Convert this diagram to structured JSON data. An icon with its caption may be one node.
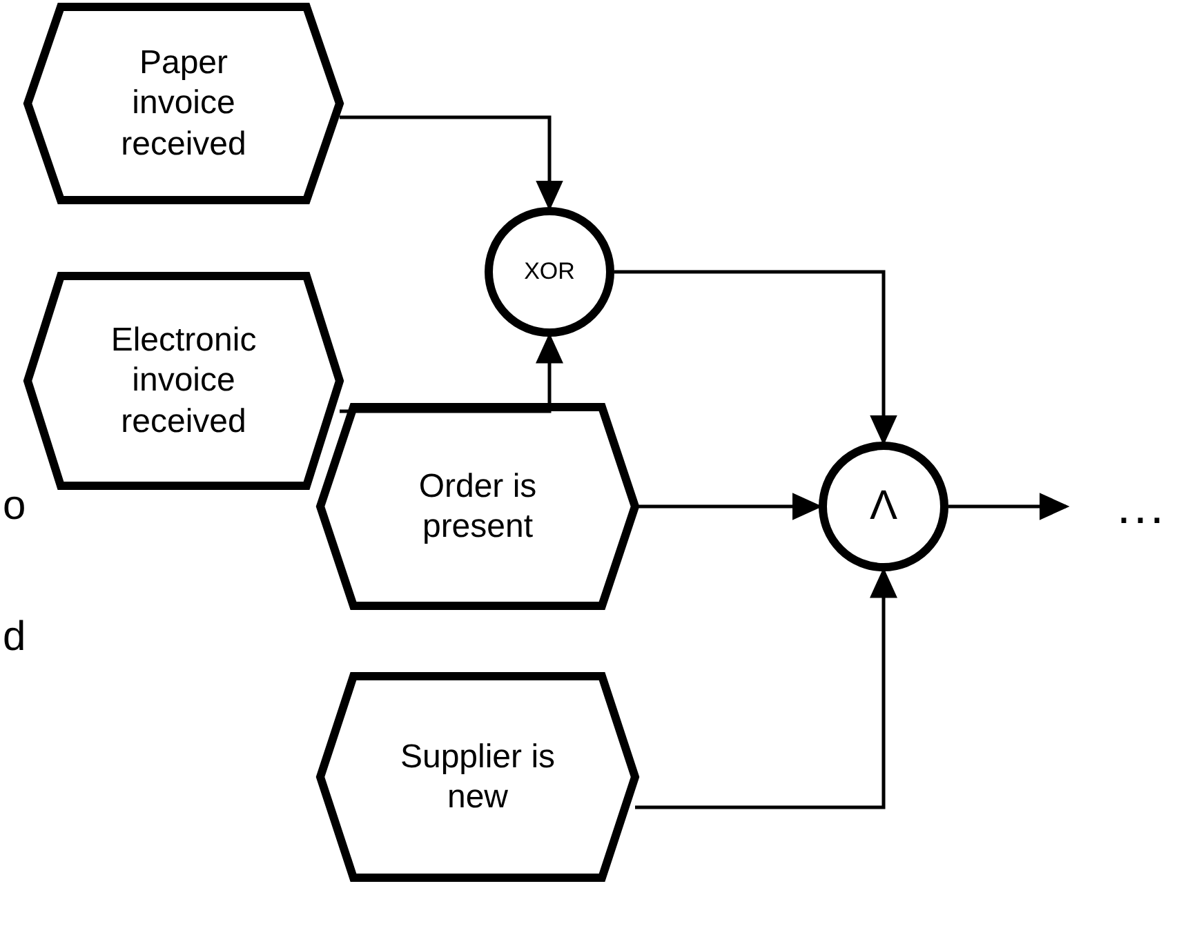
{
  "diagram": {
    "nodes": [
      {
        "text": [
          "Paper invoice received"
        ]
      },
      {
        "text": [
          "Electronic invoice received"
        ]
      },
      {
        "text": [
          "XOR"
        ]
      },
      {
        "text": [
          "Order is present"
        ]
      },
      {
        "text": [
          "Λ"
        ]
      },
      {
        "text": [
          "Supplier is new"
        ]
      },
      {
        "text": [
          "..."
        ]
      }
    ],
    "edges": [
      {
        "from": 0,
        "to": 2,
        "arrow": "to"
      },
      {
        "from": 1,
        "to": 2,
        "arrow": "to"
      },
      {
        "from": 2,
        "to": 4,
        "arrow": "to"
      },
      {
        "from": 3,
        "to": 4,
        "arrow": "to"
      },
      {
        "from": 5,
        "to": 4,
        "arrow": "to"
      },
      {
        "from": 4,
        "to": 6,
        "arrow": "to"
      }
    ],
    "labels": [
      "o",
      "d"
    ]
  }
}
